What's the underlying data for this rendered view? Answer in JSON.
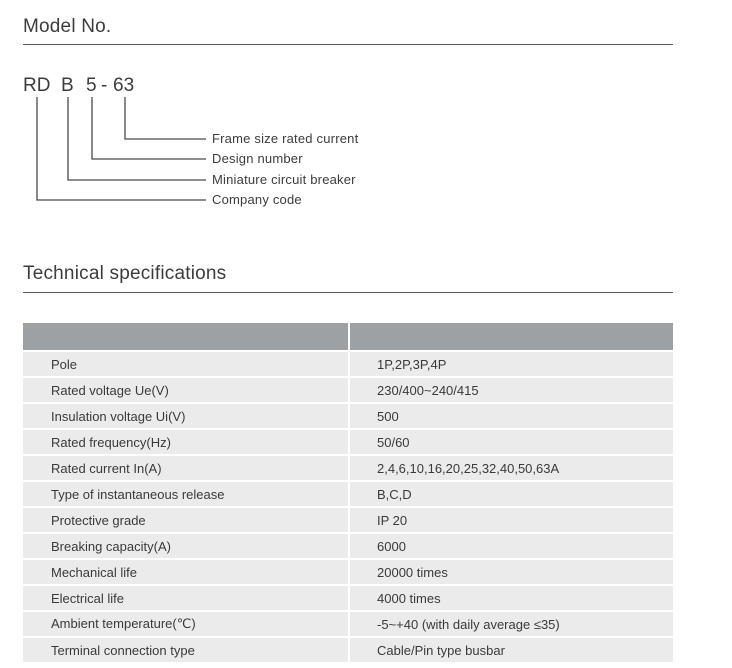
{
  "model": {
    "heading": "Model No.",
    "code": {
      "company": "RD",
      "type": "B",
      "design": "5",
      "dash": "-",
      "frame": "63"
    },
    "legend": [
      "Frame size rated current",
      "Design number",
      "Miniature circuit breaker",
      "Company code"
    ]
  },
  "specs": {
    "heading": "Technical specifications",
    "rows": [
      {
        "name": "Pole",
        "value": "1P,2P,3P,4P"
      },
      {
        "name": "Rated voltage Ue(V)",
        "value": "230/400~240/415"
      },
      {
        "name": "Insulation voltage Ui(V)",
        "value": "500"
      },
      {
        "name": "Rated frequency(Hz)",
        "value": "50/60"
      },
      {
        "name": "Rated current In(A)",
        "value": "2,4,6,10,16,20,25,32,40,50,63A"
      },
      {
        "name": "Type of instantaneous release",
        "value": "B,C,D"
      },
      {
        "name": "Protective grade",
        "value": "IP 20"
      },
      {
        "name": "Breaking capacity(A)",
        "value": "6000"
      },
      {
        "name": "Mechanical life",
        "value": "20000 times"
      },
      {
        "name": "Electrical life",
        "value": "4000 times"
      },
      {
        "name": "Ambient temperature(℃)",
        "value": "-5~+40 (with daily average ≤35)"
      },
      {
        "name": "Terminal connection type",
        "value": "Cable/Pin type busbar"
      }
    ]
  }
}
